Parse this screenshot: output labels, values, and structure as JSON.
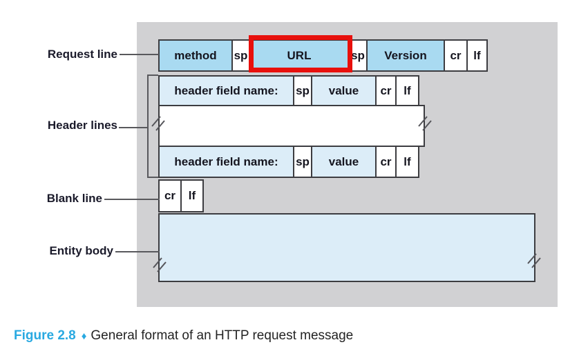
{
  "labels": {
    "request_line": "Request line",
    "header_lines": "Header lines",
    "blank_line": "Blank line",
    "entity_body": "Entity body"
  },
  "rows": {
    "request": {
      "cells": [
        {
          "text": "method"
        },
        {
          "text": "sp"
        },
        {
          "text": "URL"
        },
        {
          "text": "sp"
        },
        {
          "text": "Version"
        },
        {
          "text": "cr"
        },
        {
          "text": "lf"
        }
      ]
    },
    "header": {
      "cells": [
        {
          "text": "header field name:"
        },
        {
          "text": "sp"
        },
        {
          "text": "value"
        },
        {
          "text": "cr"
        },
        {
          "text": "lf"
        }
      ]
    },
    "blank": {
      "cells": [
        {
          "text": "cr"
        },
        {
          "text": "lf"
        }
      ]
    }
  },
  "caption": {
    "label": "Figure 2.8",
    "separator": "♦",
    "text": "General format of an HTTP request message"
  },
  "colors": {
    "accent_blue": "#29a9e1",
    "highlight_red": "#e8100c",
    "cell_blue": "#a9daf1",
    "cell_light_blue": "#dcedf8",
    "panel_gray": "#d1d1d3"
  }
}
